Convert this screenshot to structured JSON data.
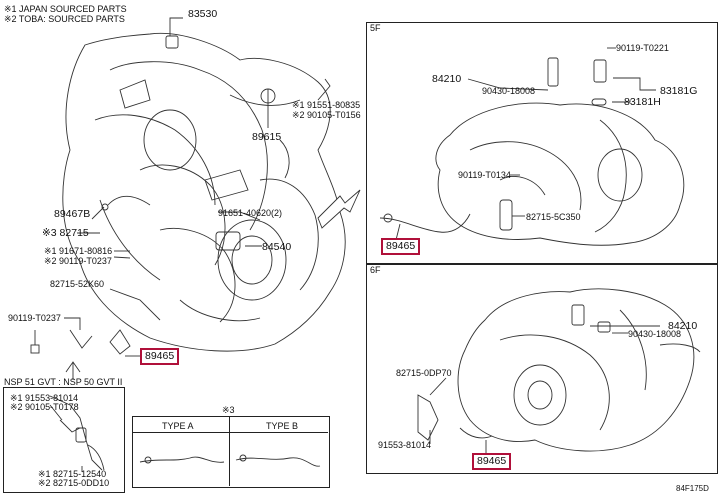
{
  "notes": {
    "line1": "※1 JAPAN SOURCED PARTS",
    "line2": "※2 TOBA: SOURCED PARTS"
  },
  "main": {
    "labels": {
      "p83530": "83530",
      "p91551": "※1 91551-80835",
      "p90105": "※2 90105-T0156",
      "p89615": "89615",
      "p89467B": "89467B",
      "p82715": "※3 82715",
      "p91671": "※1 91671-80816",
      "p90119a": "※2 90119-T0237",
      "p82715b": "82715-52K60",
      "p90119b": "90119-T0237",
      "p91651": "91651-40620(2)",
      "p84540": "84540",
      "p89465": "89465"
    }
  },
  "panel_5f": {
    "tag": "5F",
    "labels": {
      "p84210": "84210",
      "p90430": "90430-18008",
      "p90119c": "90119-T0221",
      "p83181G": "83181G",
      "p83181H": "83181H",
      "p90119d": "90119-T0134",
      "p82715c": "82715-5C350",
      "p89465": "89465"
    }
  },
  "panel_6f": {
    "tag": "6F",
    "labels": {
      "p84210": "84210",
      "p90430": "90430-18008",
      "p82715d": "82715-0DP70",
      "p91553": "91553-81014",
      "p89465": "89465"
    }
  },
  "panel_nsp": {
    "title": "NSP 51 GVT : NSP 50 GVT II",
    "labels": {
      "a": "※1 91553-81014",
      "b": "※2 90105-T0178",
      "c": "※1 82715-12540",
      "d": "※2 82715-0DD10"
    }
  },
  "panel_types": {
    "title": "※3",
    "type_a": "TYPE A",
    "type_b": "TYPE B"
  },
  "footer": {
    "code": "84F175D"
  }
}
